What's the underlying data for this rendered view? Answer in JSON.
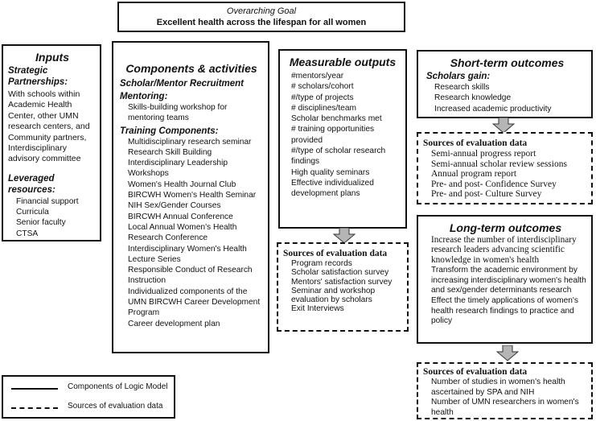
{
  "goal": {
    "title": "Overarching Goal",
    "text": "Excellent health across the lifespan for all women"
  },
  "inputs": {
    "title": "Inputs",
    "strategic_heading": "Strategic Partnerships:",
    "strategic_text": "With schools within Academic Health Center, other UMN research centers, and Community partners, Interdisciplinary advisory committee",
    "leveraged_heading": "Leveraged resources:",
    "leveraged_items": [
      "Financial support",
      "Curricula",
      "Senior faculty",
      "CTSA"
    ]
  },
  "components": {
    "title": "Components & activities",
    "recruitment": "Scholar/Mentor Recruitment",
    "mentoring_heading": "Mentoring:",
    "mentoring_items": [
      "Skills-building workshop for mentoring teams"
    ],
    "training_heading": "Training Components:",
    "training_items": [
      "Multidisciplinary research seminar",
      "Research Skill Building",
      "Interdisciplinary Leadership Workshops",
      "Women's Health Journal Club",
      "BIRCWH Women's Health Seminar",
      "NIH Sex/Gender Courses",
      "BIRCWH Annual Conference",
      "Local Annual Women's Health Research Conference",
      "Interdisciplinary Women's Health Lecture Series",
      "Responsible Conduct of Research Instruction",
      "Individualized components of the UMN BIRCWH Career Development Program",
      "Career development plan"
    ]
  },
  "outputs": {
    "title": "Measurable outputs",
    "items": [
      "#mentors/year",
      "# scholars/cohort",
      "#/type of projects",
      "# disciplines/team",
      "Scholar benchmarks met",
      "# training opportunities provided",
      "#/type of scholar research findings",
      "High quality seminars",
      "Effective individualized development plans"
    ]
  },
  "outputs_eval": {
    "title": "Sources of evaluation data",
    "items": [
      "Program records",
      "Scholar satisfaction survey",
      "Mentors' satisfaction survey",
      "Seminar and workshop evaluation by scholars",
      "Exit Interviews"
    ]
  },
  "short_term": {
    "title": "Short-term outcomes",
    "subheading": "Scholars gain:",
    "items": [
      "Research skills",
      "Research knowledge",
      "Increased academic productivity"
    ]
  },
  "short_eval": {
    "title": "Sources of evaluation data",
    "items": [
      "Semi-annual progress report",
      "Semi-annual scholar review sessions",
      "Annual program report",
      "Pre- and post- Confidence Survey",
      "Pre- and post- Culture Survey"
    ]
  },
  "long_term": {
    "title": "Long-term outcomes",
    "lead": "Increase the number of interdisciplinary research leaders advancing scientific knowledge in women's health",
    "items": [
      "Transform the academic environment by increasing interdisciplinary women's health and sex/gender determinants research",
      "Effect the timely applications of women's health research findings to practice and policy"
    ]
  },
  "long_eval": {
    "title": "Sources of evaluation data",
    "items": [
      "Number of studies in women's health ascertained by SPA and NIH",
      "Number of UMN researchers in women's health"
    ]
  },
  "legend": {
    "solid_label": "Components of Logic Model",
    "dashed_label": "Sources of evaluation data"
  }
}
